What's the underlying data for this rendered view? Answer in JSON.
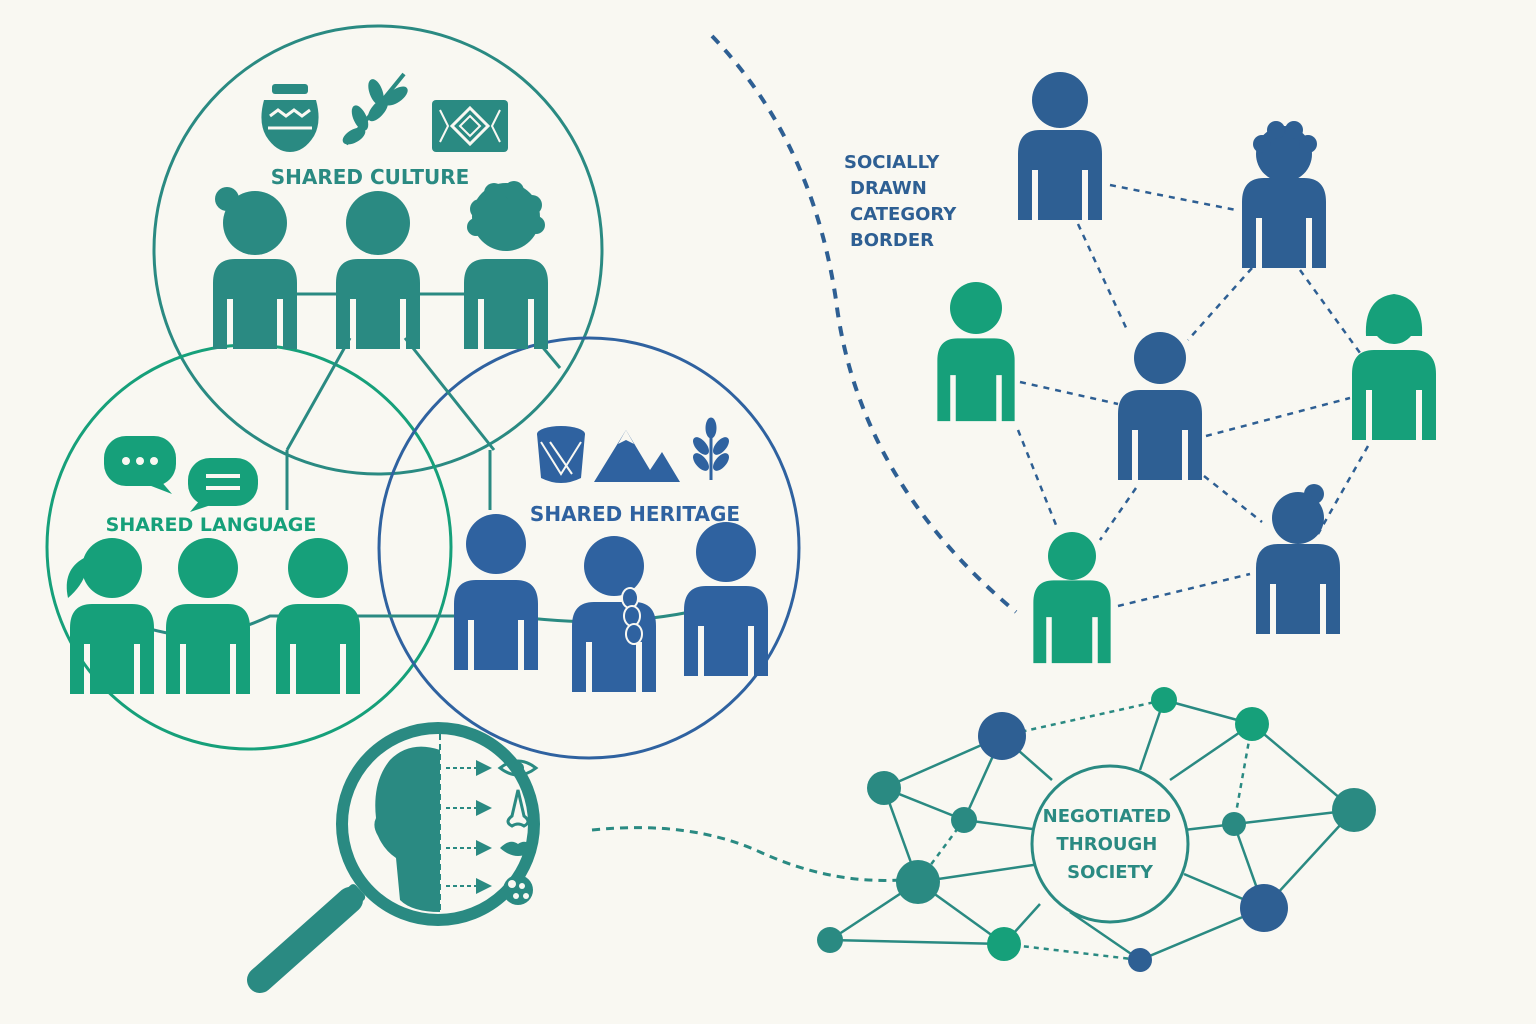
{
  "venn": {
    "culture_label": "SHARED CULTURE",
    "language_label": "SHARED LANGUAGE",
    "heritage_label": "SHARED HERITAGE"
  },
  "border": {
    "lines": [
      "SOCIALLY",
      "DRAWN",
      "CATEGORY",
      "BORDER"
    ]
  },
  "network": {
    "lines": [
      "NEGOTIATED",
      "THROUGH",
      "SOCIETY"
    ]
  },
  "colors": {
    "teal": "#2a8a82",
    "green": "#119a78",
    "blue": "#2f6a9e",
    "dark_blue": "#2e5f93",
    "background": "#f9f8f2"
  },
  "icons": [
    "vase-icon",
    "olive-branch-icon",
    "woven-textile-icon",
    "speech-bubble-icon",
    "drum-icon",
    "mountains-icon",
    "plant-icon",
    "magnifier-icon",
    "eye-icon",
    "nose-icon",
    "lips-icon",
    "hair-icon"
  ]
}
